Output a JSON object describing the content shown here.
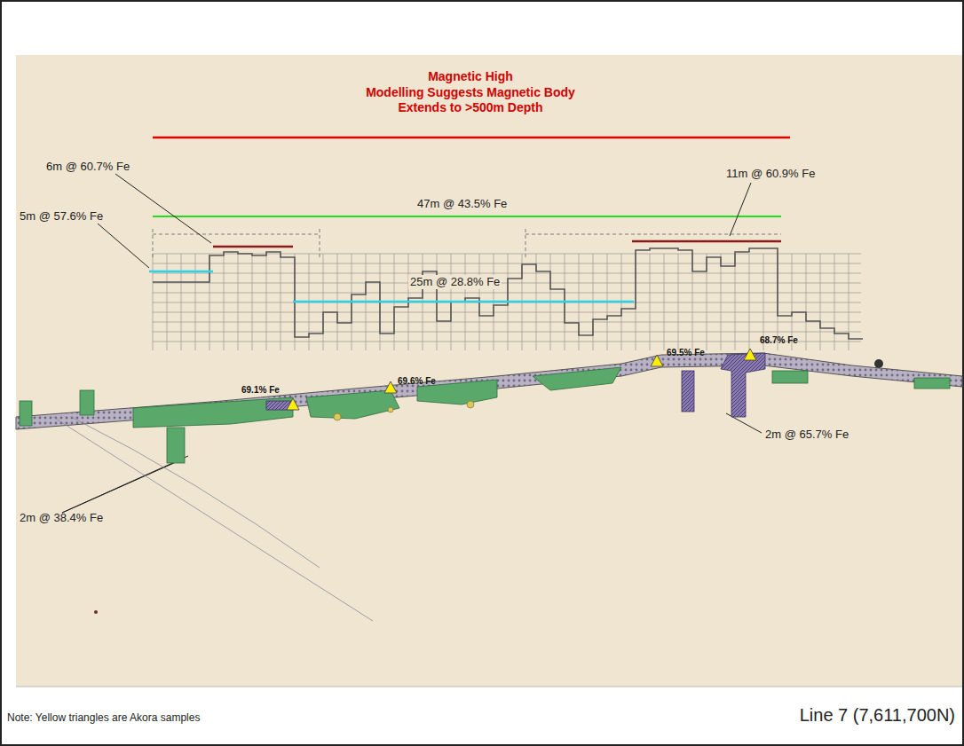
{
  "diagram": {
    "title": "Magnetic High",
    "caption": "Line 7 (7,611,700N)",
    "labels": [
      "Modelling Suggests Magnetic Body Extends to >500m Depth",
      "6m @ 60.7% Fe",
      "5m @ 57.6% Fe",
      "47m @ 43.5% Fe",
      "11m @ 60.9% Fe",
      "25m @ 28.8% Fe",
      "69.1% Fe",
      "69.6% Fe",
      "69.5% Fe",
      "68.7% Fe",
      "2m @ 38.4% Fe",
      "2m @ 65.7% Fe",
      "Note: Yellow triangles are Akora samples"
    ]
  }
}
